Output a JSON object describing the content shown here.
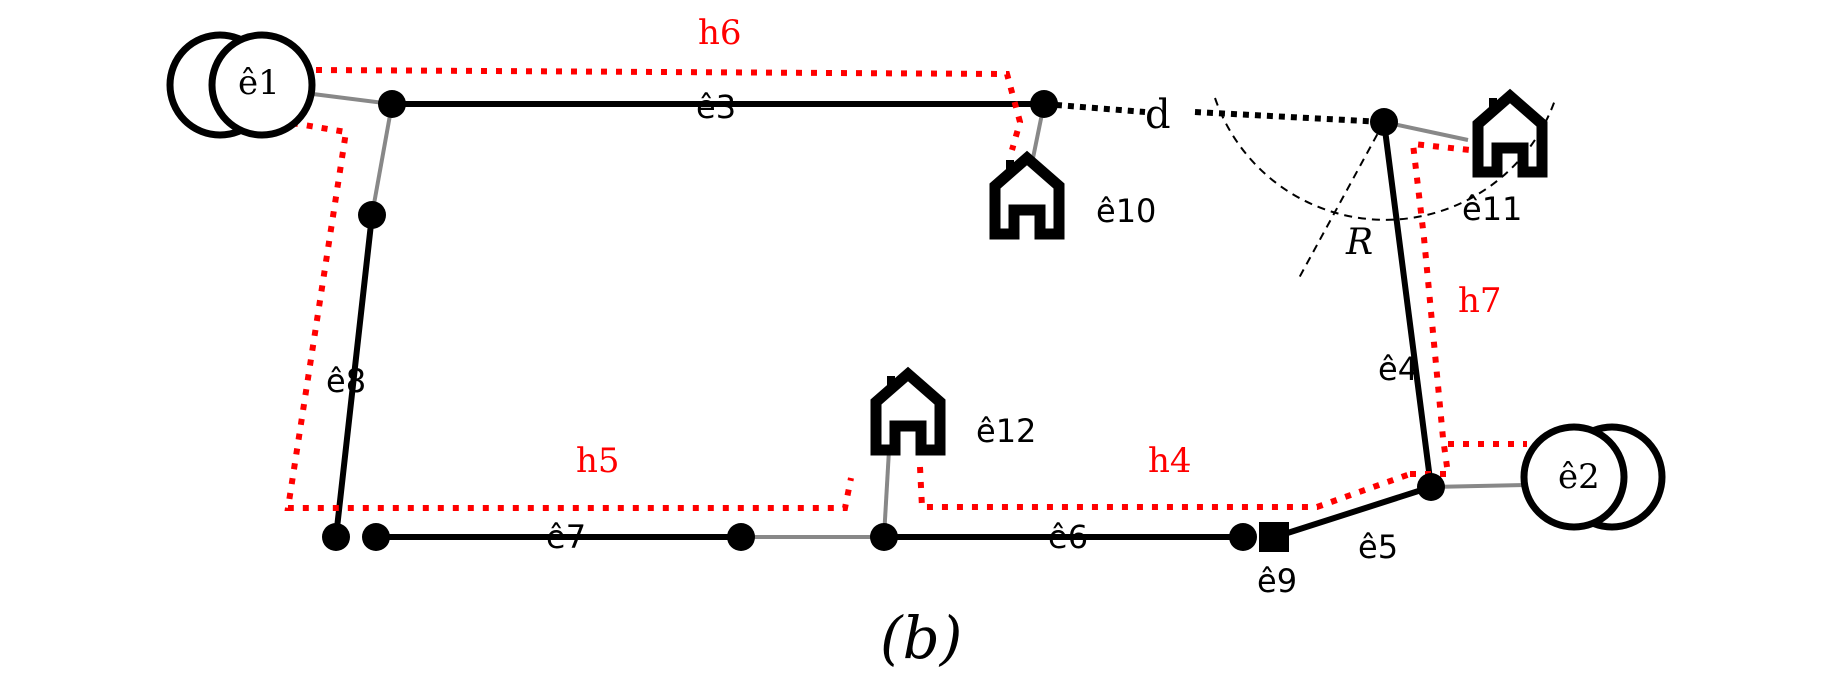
{
  "colors": {
    "edge": "#000000",
    "connector": "#888888",
    "path": "#ff0000",
    "background": "#ffffff"
  },
  "labels": {
    "e1": "ê1",
    "e2": "ê2",
    "e3": "ê3",
    "e4": "ê4",
    "e5": "ê5",
    "e6": "ê6",
    "e7": "ê7",
    "e8": "ê8",
    "e9": "ê9",
    "e10": "ê10",
    "e11": "ê11",
    "e12": "ê12",
    "d": "d",
    "R": "R",
    "caption": "(b)"
  },
  "paths": {
    "h4": "h4",
    "h5": "h5",
    "h6": "h6",
    "h7": "h7"
  },
  "icons": {
    "depot": "double-circle-icon",
    "house": "house-icon",
    "node": "circle-node-icon",
    "square_node": "square-node-icon"
  }
}
